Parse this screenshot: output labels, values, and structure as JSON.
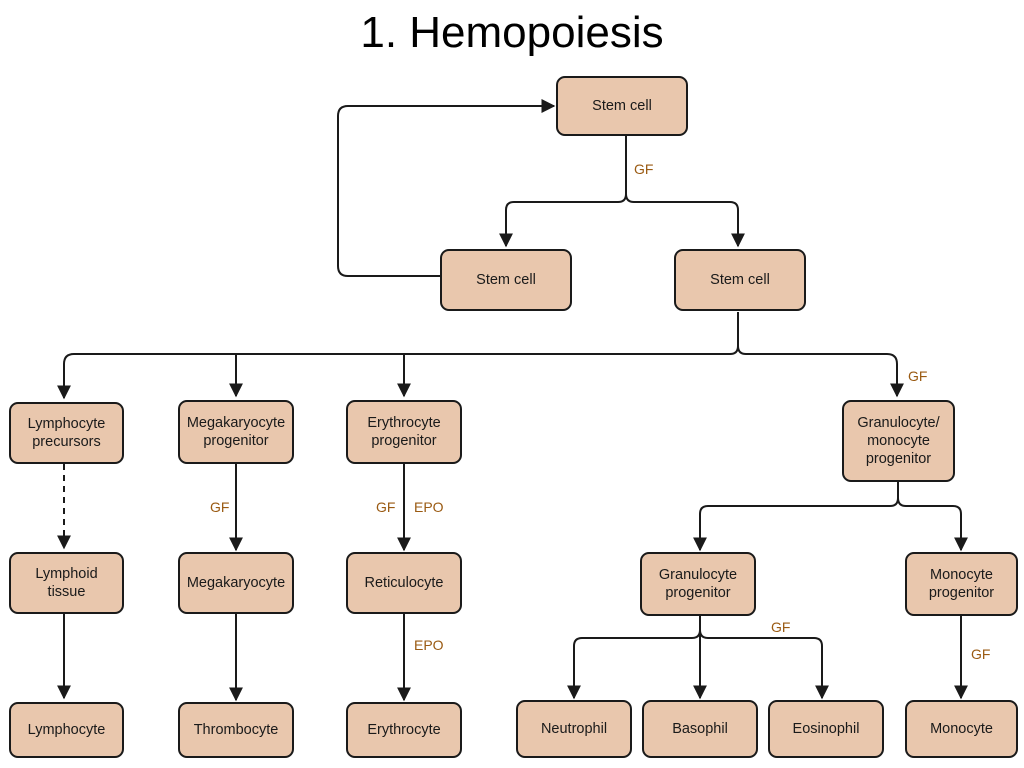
{
  "title": "1. Hemopoiesis",
  "nodes": {
    "stem_top": "Stem cell",
    "stem_left": "Stem cell",
    "stem_right": "Stem cell",
    "lymph_prec": "Lymphocyte\nprecursors",
    "mega_prog": "Megakaryocyte\nprogenitor",
    "ery_prog": "Erythrocyte\nprogenitor",
    "gran_mono_prog": "Granulocyte/\nmonocyte\nprogenitor",
    "lymph_tissue": "Lymphoid\ntissue",
    "megakaryocyte": "Megakaryocyte",
    "reticulocyte": "Reticulocyte",
    "gran_prog": "Granulocyte\nprogenitor",
    "mono_prog": "Monocyte\nprogenitor",
    "lymphocyte": "Lymphocyte",
    "thrombocyte": "Thrombocyte",
    "erythrocyte": "Erythrocyte",
    "neutrophil": "Neutrophil",
    "basophil": "Basophil",
    "eosinophil": "Eosinophil",
    "monocyte": "Monocyte"
  },
  "labels": {
    "gf_top": "GF",
    "gf_granmono": "GF",
    "gf_mega": "GF",
    "gf_ery": "GF",
    "epo_ery": "EPO",
    "epo_retic": "EPO",
    "gf_eos": "GF",
    "gf_mono": "GF"
  },
  "colors": {
    "box_fill": "#e9c7ad",
    "box_border": "#1a1a1a",
    "label_text": "#9a5a12"
  }
}
